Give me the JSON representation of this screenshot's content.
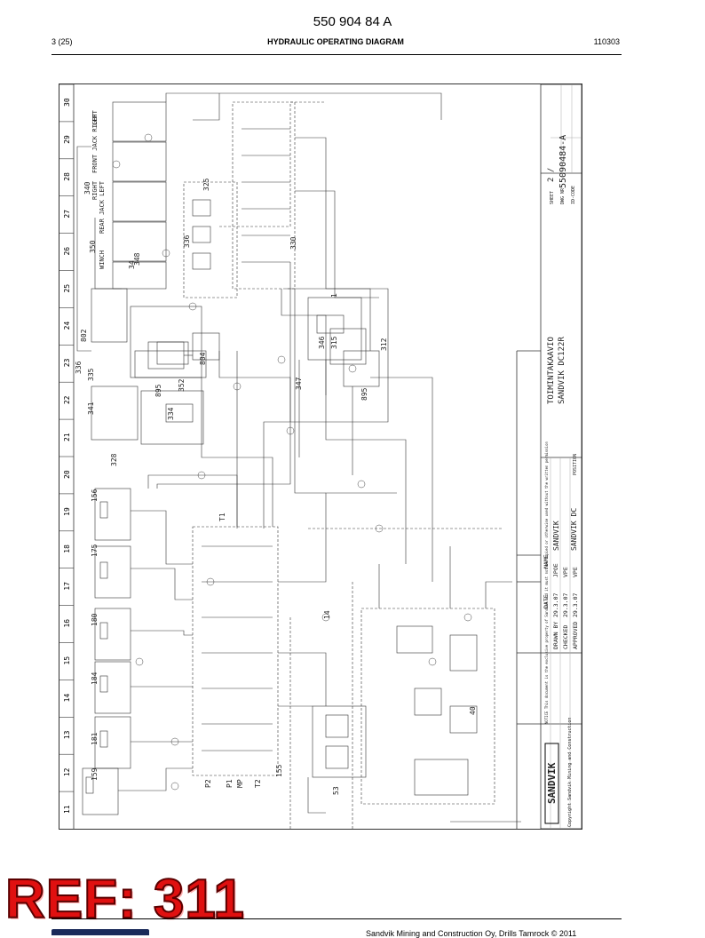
{
  "header": {
    "doc_number": "550 904 84 A",
    "page_ref": "3 (25)",
    "title": "HYDRAULIC OPERATING DIAGRAM",
    "date_code": "110303"
  },
  "ruler": {
    "columns": [
      "11",
      "12",
      "13",
      "14",
      "15",
      "16",
      "17",
      "18",
      "19",
      "20",
      "21",
      "22",
      "23",
      "24",
      "25",
      "26",
      "27",
      "28",
      "29",
      "30"
    ]
  },
  "drawing": {
    "circuit_numbers": [
      "159",
      "181",
      "184",
      "180",
      "175",
      "156",
      "328",
      "341",
      "334",
      "335",
      "336",
      "802",
      "895",
      "352",
      "804",
      "347",
      "346",
      "315",
      "312",
      "895",
      "1",
      "155",
      "T1",
      "T2",
      "P1",
      "P2",
      "MP",
      "53",
      "40",
      "14",
      "330",
      "336",
      "350",
      "340",
      "325",
      "348",
      "34"
    ],
    "function_labels": {
      "winch": "WINCH",
      "rear_jack_left": "REAR JACK LEFT",
      "rear_jack_right": "RIGHT",
      "front_jack_right": "FRONT JACK RIGHT",
      "front_jack_left": "LEFT"
    }
  },
  "title_block": {
    "company_logo": "SANDVIK",
    "copyright": "Copyright Sandvik Mining and Construction",
    "notice": "NOTICE This document is the exclusive property of Sandvik and it must not be copied or otherwise used without the written permission",
    "col_date": "DATE",
    "col_name": "NAME",
    "drawn_by": "DRAWN BY",
    "drawn_date": "29.3.07",
    "drawn_name": "JPOE",
    "checked": "CHECKED",
    "checked_date": "29.3.07",
    "checked_name": "VPE",
    "approved": "APPROVED",
    "approved_date": "29.3.07",
    "approved_name": "VPE",
    "brand": "SANDVIK",
    "product": "SANDVIK DC",
    "drawing_title_fi": "TOIMINTAKAAVIO",
    "drawing_title_model": "SANDVIK DC122R",
    "position_label": "POSITION",
    "sheet_label": "SHEET",
    "sheet_value": "2 /",
    "dwg_label": "DWG NR",
    "dwg_value": "55090484-A",
    "id_code_label": "ID-CODE"
  },
  "stamp": {
    "text": "REF: 311"
  },
  "footer": {
    "text": "Sandvik Mining and Construction Oy, Drills Tamrock © 2011"
  }
}
